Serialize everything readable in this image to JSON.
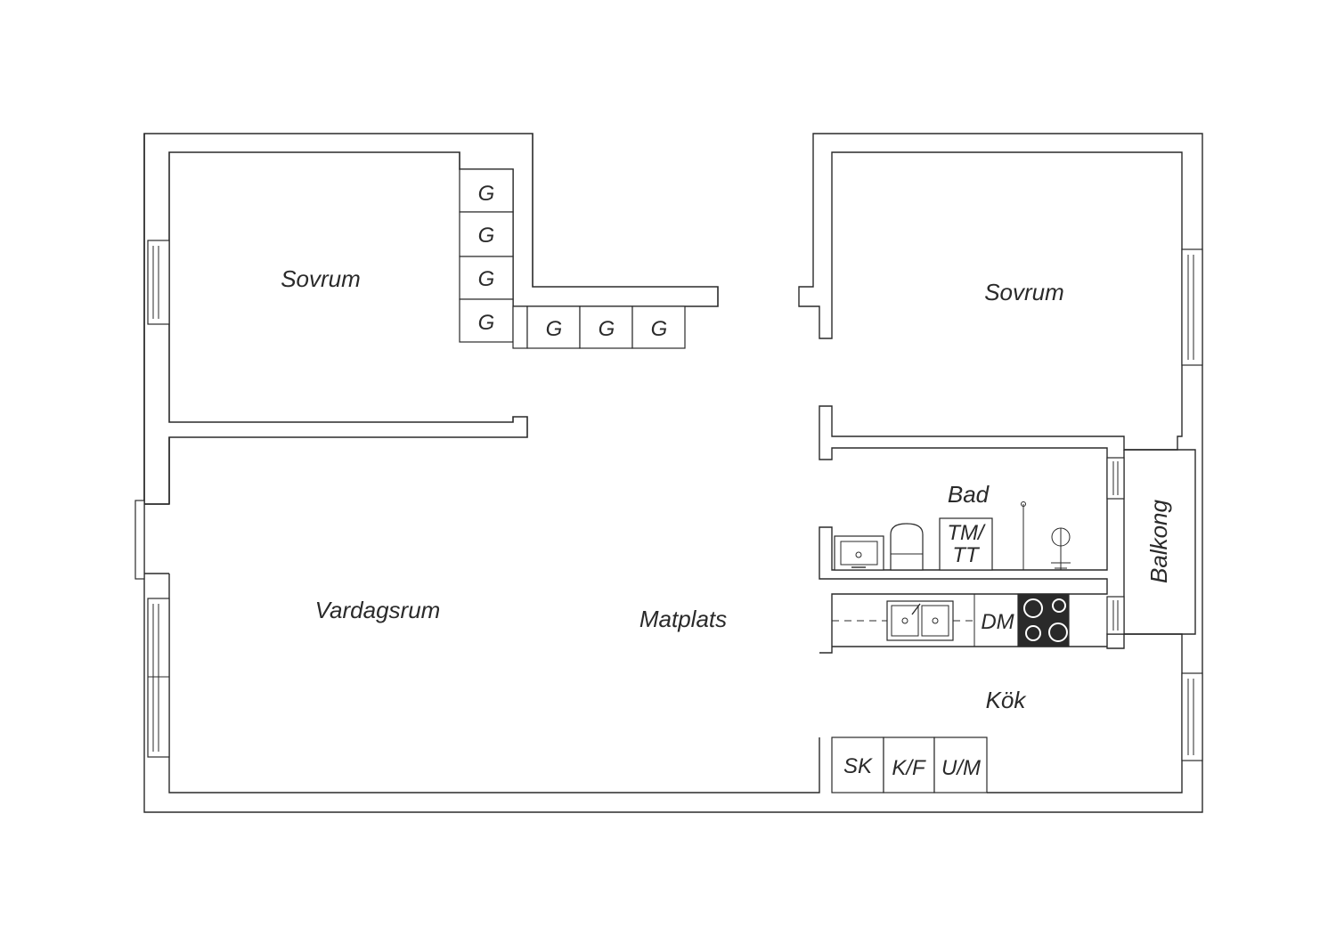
{
  "rooms": {
    "bedroom_left": "Sovrum",
    "bedroom_right": "Sovrum",
    "living": "Vardagsrum",
    "dining": "Matplats",
    "bath": "Bad",
    "kitchen": "Kök",
    "balcony": "Balkong"
  },
  "labels": {
    "wardrobe": "G",
    "washer_dryer_line1": "TM/",
    "washer_dryer_line2": "TT",
    "dishwasher": "DM",
    "cabinet": "SK",
    "fridge_freezer": "K/F",
    "oven_micro": "U/M"
  },
  "colors": {
    "ink": "#2a2a2a",
    "background": "#ffffff"
  }
}
